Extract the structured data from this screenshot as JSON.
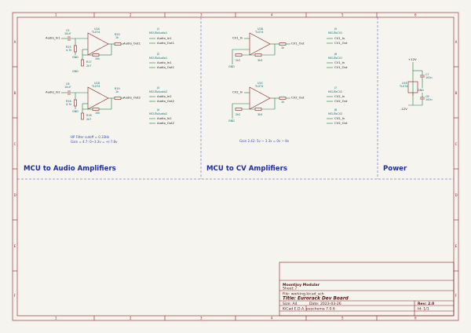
{
  "sections": {
    "audio": "MCU to Audio Amplifiers",
    "cv": "MCU to CV Amplifiers",
    "power": "Power"
  },
  "notes": {
    "hp_filter": "HP Filter cutoff = 0.33Hz",
    "audio_gain": "Gain = 4.7: 0~3.3v = +/-7.8v",
    "cv_gain": "Gain 2.42: 5v ~ 3.3v = 0v ~ 8v"
  },
  "nets": {
    "audio_in1": "Audio_In1",
    "audio_in2": "Audio_In2",
    "audio_out1": "Audio_Out1",
    "audio_out2": "Audio_Out2",
    "cv1_in": "CV1_In",
    "cv2_in": "CV2_In",
    "cv1_out": "CV1_Out",
    "cv2_out": "CV2_Out",
    "p12v": "+12V",
    "m12v": "-12V",
    "gnd": "GND"
  },
  "refs": {
    "u2a": "U2A",
    "u2d": "U2D",
    "u2b": "U2B",
    "u2c": "U2C",
    "u2e": "U2E",
    "tl074": "TL074",
    "c5": "C5",
    "c6": "C6",
    "c7": "C7",
    "c8": "C8",
    "c_val": "10uF",
    "c_pwr": "100n",
    "r15": "R15",
    "r16": "R16",
    "r17": "R17",
    "r18": "R18",
    "r19": "R19",
    "r20": "R20",
    "r_47k": "4.7k",
    "r_2k7": "2k7",
    "r_10k": "10k",
    "r_1k": "1k",
    "r_2k2": "2k2",
    "r_3k3": "3k3",
    "j1": "J1",
    "j2": "J2",
    "j3": "J3",
    "j4": "J4",
    "j5": "J5",
    "j6": "J6",
    "j7": "J7",
    "j8": "J8",
    "mcu_audio1": "MCUToAudio1",
    "mcu_audio2": "MCUToAudio2",
    "mcu_cv1": "MCUToCV1",
    "mcu_cv2": "MCUToCV2"
  },
  "title_block": {
    "company": "Moontjoy Modular",
    "sheet": "Sheet: /",
    "file": "File: working.kicad_sch",
    "title": "Title: Eurorack Dev Board",
    "size": "Size: A4",
    "date": "Date: 2023-03-26",
    "rev": "Rev: 2.0",
    "tool": "KiCad E.D.A.  eeschema 7.0.6",
    "id": "Id: 1/1"
  },
  "border": {
    "cols": [
      "1",
      "2",
      "3",
      "4",
      "5",
      "6"
    ],
    "rows": [
      "A",
      "B",
      "C",
      "D",
      "E",
      "F"
    ]
  }
}
